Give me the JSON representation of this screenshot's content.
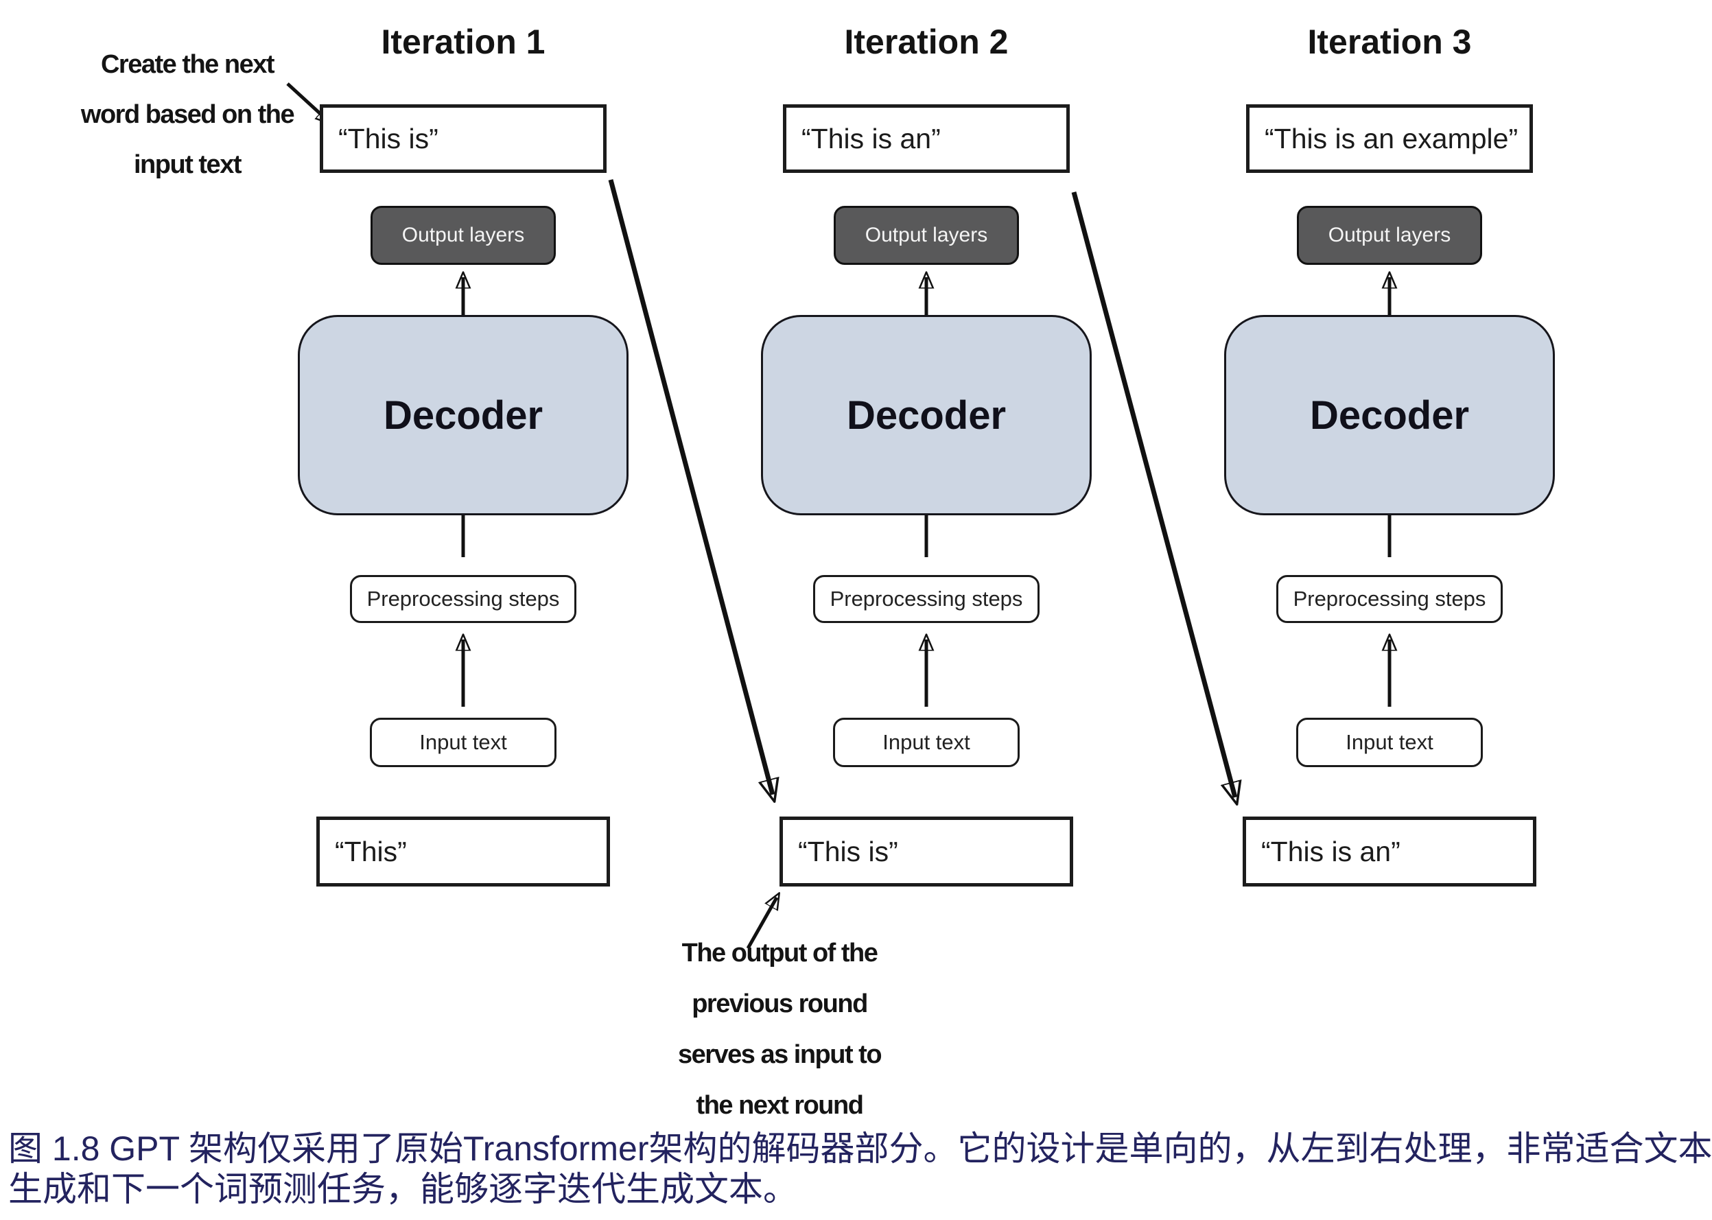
{
  "figure": {
    "annotations": {
      "top_left": {
        "lines": [
          "Create the next",
          "word based on the",
          "input text"
        ]
      },
      "bottom": {
        "lines": [
          "The output of the",
          "previous round",
          "serves as input to",
          "the next round"
        ]
      }
    },
    "columns": [
      {
        "title": "Iteration 1",
        "output_text": "“This is”",
        "output_layers_label": "Output layers",
        "decoder_label": "Decoder",
        "preprocessing_label": "Preprocessing steps",
        "input_pill_label": "Input text",
        "input_text": "“This”"
      },
      {
        "title": "Iteration 2",
        "output_text": "“This is an”",
        "output_layers_label": "Output layers",
        "decoder_label": "Decoder",
        "preprocessing_label": "Preprocessing steps",
        "input_pill_label": "Input text",
        "input_text": "“This is”"
      },
      {
        "title": "Iteration 3",
        "output_text": "“This is an example”",
        "output_layers_label": "Output layers",
        "decoder_label": "Decoder",
        "preprocessing_label": "Preprocessing steps",
        "input_pill_label": "Input text",
        "input_text": "“This is an”"
      }
    ],
    "caption": {
      "label": "图 1.8",
      "line1": "图 1.8  GPT 架构仅采用了原始Transformer架构的解码器部分。它的设计是单向的，从左到右处理，非常适合文本",
      "line2": "生成和下一个词预测任务，能够逐字迭代生成文本。"
    },
    "colors": {
      "decoder_fill": "#cdd6e3",
      "output_layers_fill": "#59595a",
      "output_layers_text": "#f5f5f5",
      "box_border": "#1c1c1c",
      "arrow_stroke": "#111111",
      "caption_color": "#23235f",
      "background": "#ffffff"
    }
  }
}
